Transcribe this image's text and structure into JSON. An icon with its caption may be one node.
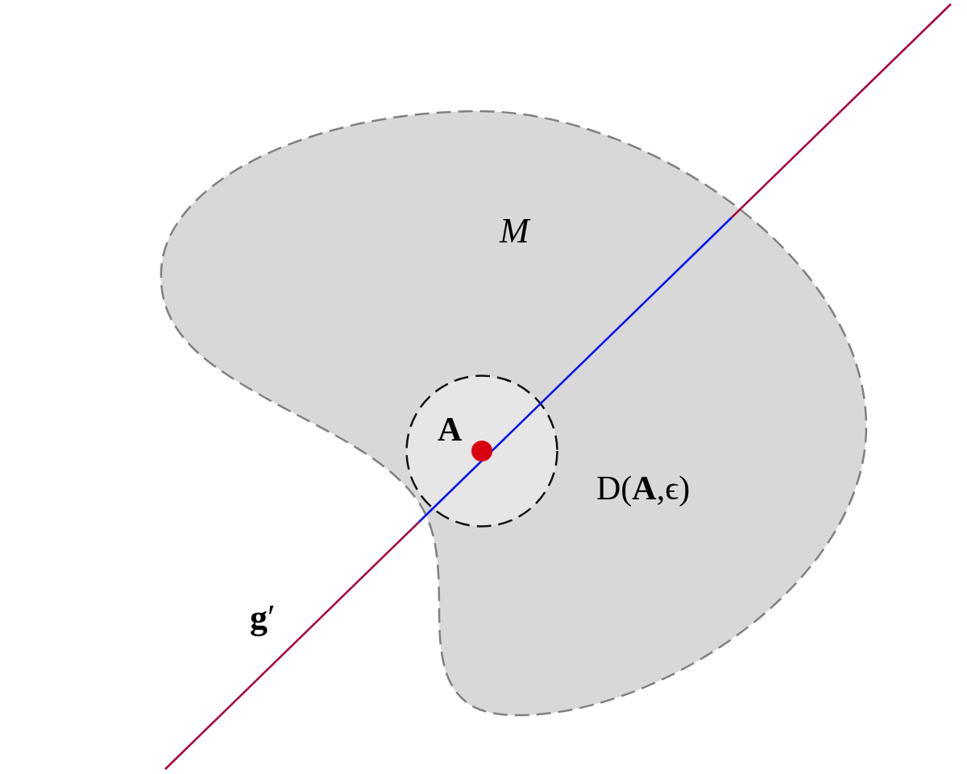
{
  "diagram": {
    "nodes": [
      {
        "text": [
          "M"
        ]
      },
      {
        "text": [],
        "shape": "circle",
        "in": 0,
        "beside": [
          "D(**A**,ϵ)"
        ]
      },
      {
        "text": [],
        "shape": "circle",
        "in": 1,
        "beside": [
          "A"
        ]
      }
    ],
    "labels": [
      "**g**′"
    ]
  }
}
